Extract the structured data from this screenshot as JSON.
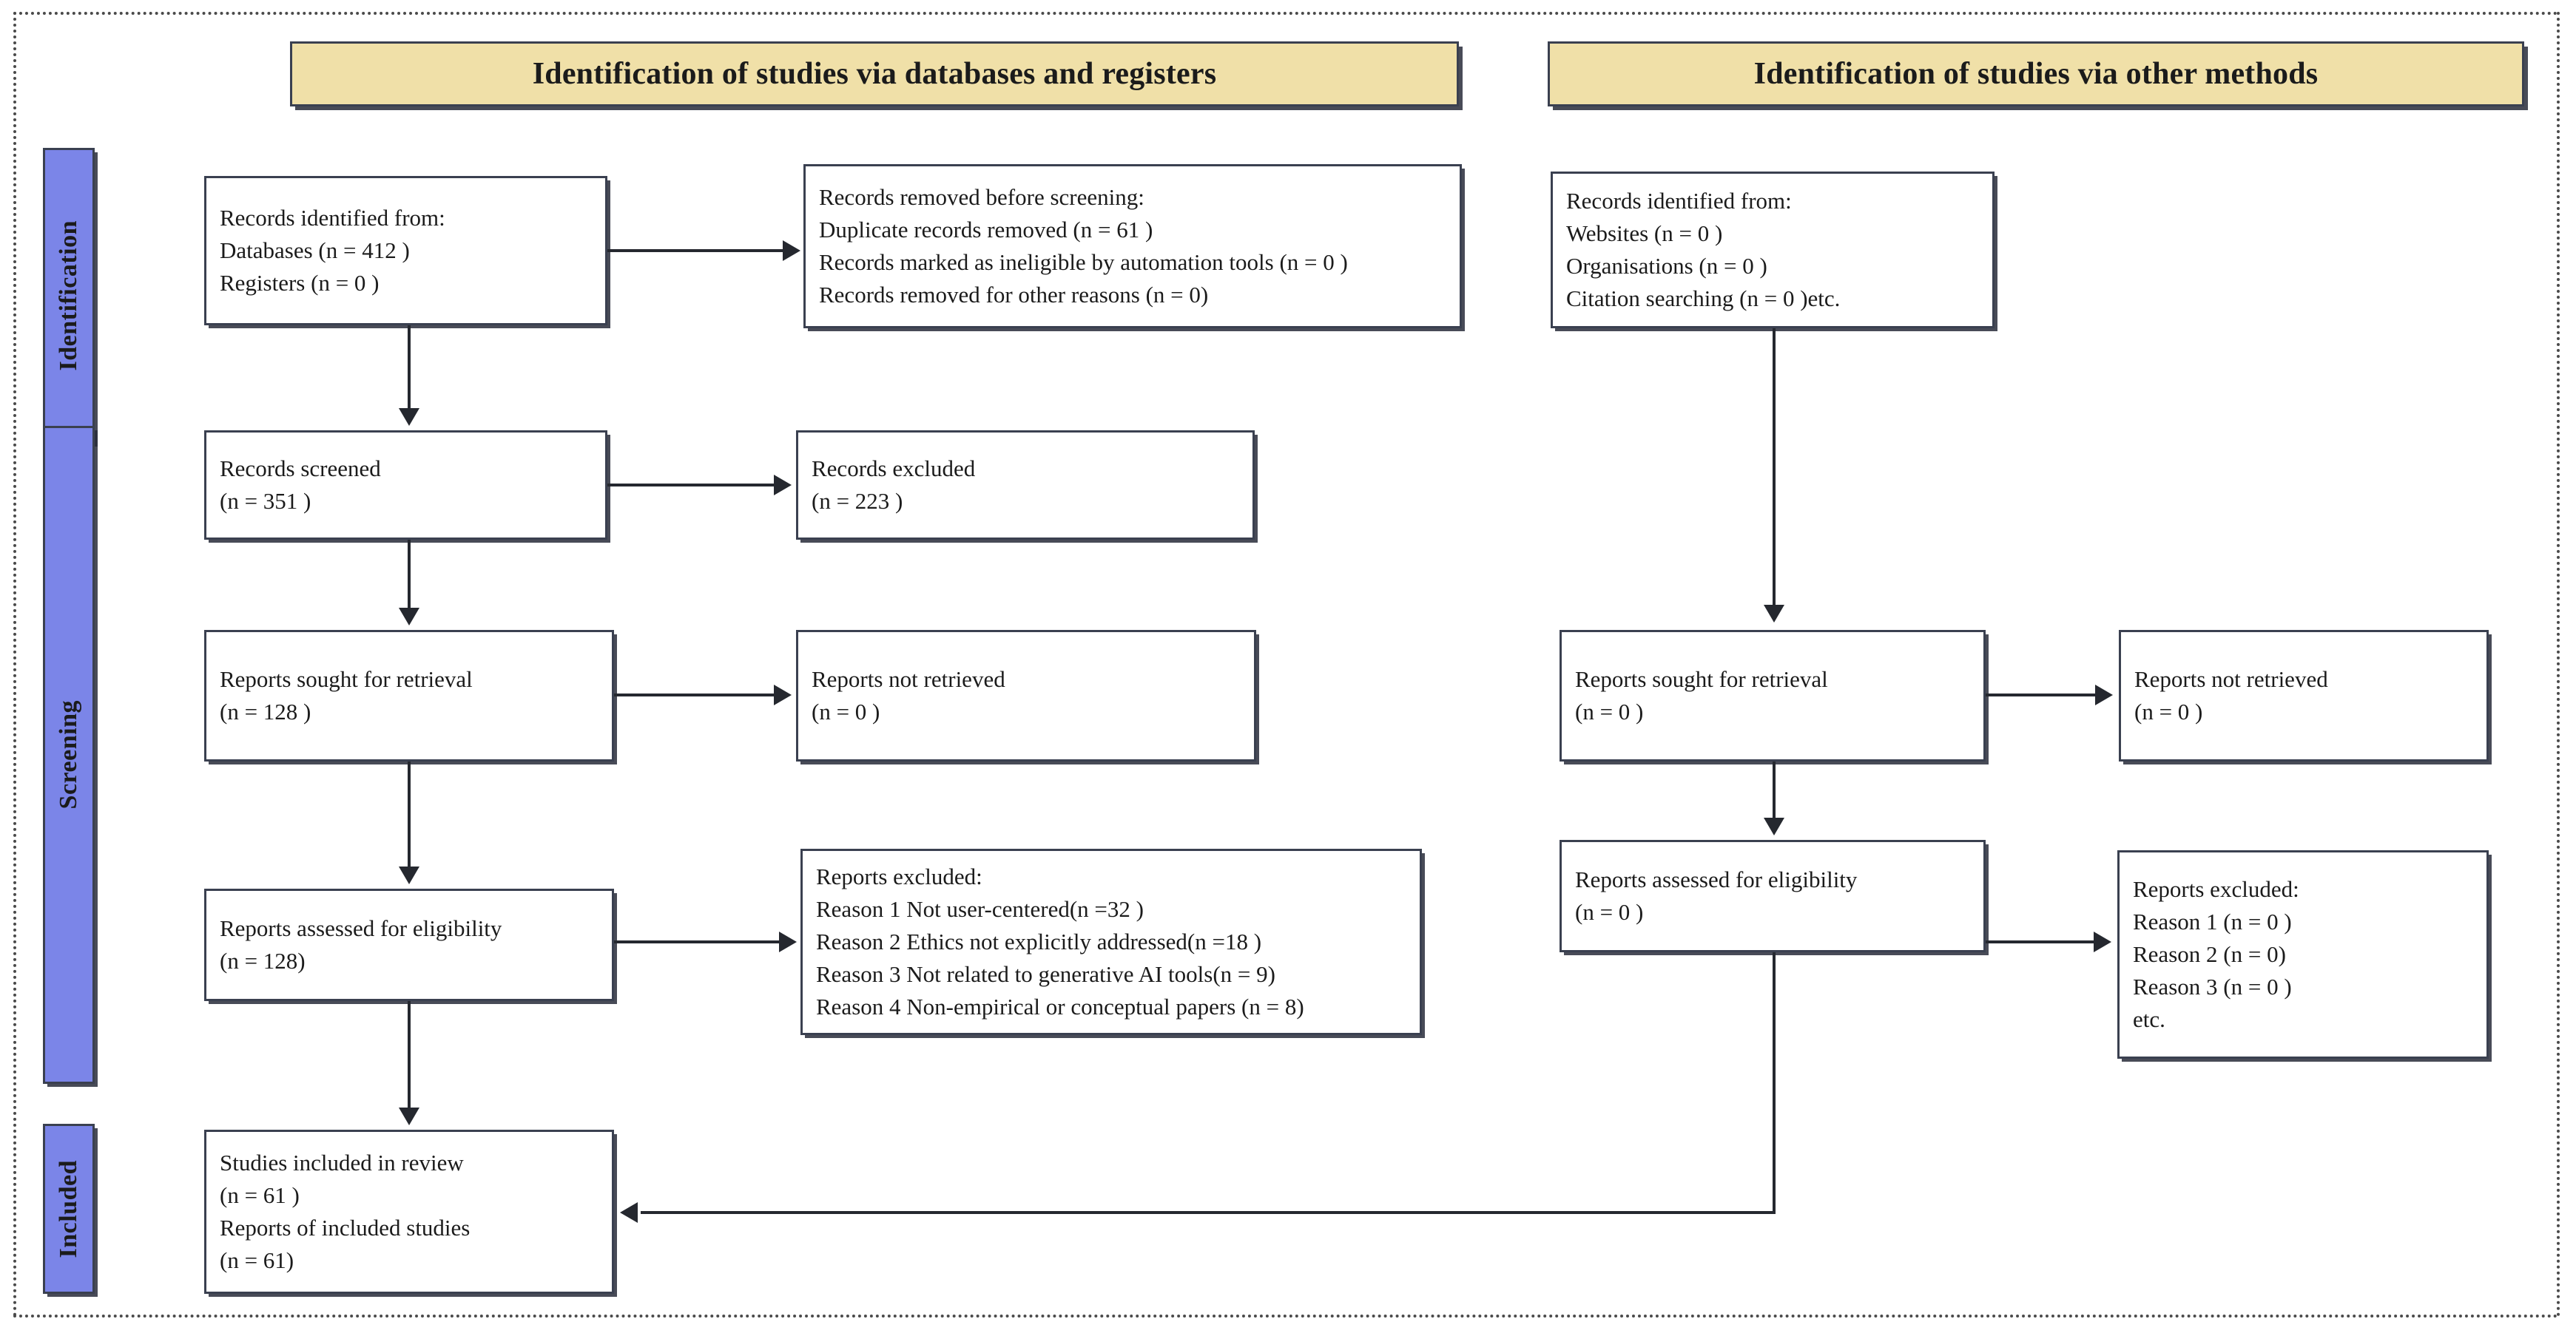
{
  "figure": {
    "type": "PRISMA 2020 flow diagram",
    "frame_style": "dotted"
  },
  "colors": {
    "banner_fill": "#f0e0a8",
    "stage_fill": "#7b85e8",
    "box_border": "#3a4050",
    "connector": "#25282f",
    "text": "#1b1b1b",
    "page_background": "#ffffff"
  },
  "banners": [
    {
      "id": "databases",
      "label": "Identification of studies via databases and registers"
    },
    {
      "id": "other",
      "label": "Identification of studies via other methods"
    }
  ],
  "stages": [
    {
      "id": "identification",
      "label": "Identification"
    },
    {
      "id": "screening",
      "label": "Screening"
    },
    {
      "id": "included",
      "label": "Included"
    }
  ],
  "left_column": {
    "records_identified": {
      "lines": [
        "Records identified from:",
        "Databases (n = 412 )",
        "Registers (n = 0 )"
      ]
    },
    "records_removed": {
      "lines": [
        "Records removed before screening:",
        "Duplicate records removed  (n = 61 )",
        "Records marked as ineligible by automation tools (n = 0 )",
        "Records removed for other reasons (n = 0)"
      ]
    },
    "records_screened": {
      "lines": [
        "Records screened",
        "(n = 351 )"
      ]
    },
    "records_excluded": {
      "lines": [
        "Records excluded",
        "(n = 223 )"
      ]
    },
    "reports_sought": {
      "lines": [
        "Reports sought for retrieval",
        "(n = 128 )"
      ]
    },
    "reports_not_retrieved": {
      "lines": [
        "Reports not retrieved",
        "(n = 0 )"
      ]
    },
    "reports_assessed": {
      "lines": [
        "Reports assessed for eligibility",
        "(n = 128)"
      ]
    },
    "reports_excluded": {
      "lines": [
        "Reports excluded:",
        "Reason 1 Not user-centered(n =32 )",
        "Reason 2 Ethics not explicitly addressed(n =18 )",
        "Reason 3 Not related to generative AI tools(n = 9)",
        "Reason 4 Non-empirical or conceptual papers (n = 8)"
      ]
    },
    "studies_included": {
      "lines": [
        "Studies included in review",
        "(n = 61 )",
        "Reports of included studies",
        "(n = 61)"
      ]
    }
  },
  "right_column": {
    "records_identified": {
      "lines": [
        "Records identified from:",
        "Websites (n = 0 )",
        "Organisations (n = 0 )",
        "Citation searching (n = 0 )etc."
      ]
    },
    "reports_sought": {
      "lines": [
        "Reports sought for retrieval",
        "(n = 0 )"
      ]
    },
    "reports_not_retrieved": {
      "lines": [
        "Reports not retrieved",
        "(n = 0 )"
      ]
    },
    "reports_assessed": {
      "lines": [
        "Reports assessed for eligibility",
        "(n = 0 )"
      ]
    },
    "reports_excluded": {
      "lines": [
        "Reports excluded:",
        "Reason 1 (n = 0 )",
        "Reason 2 (n = 0)",
        "Reason 3 (n = 0 )",
        "etc."
      ]
    }
  }
}
